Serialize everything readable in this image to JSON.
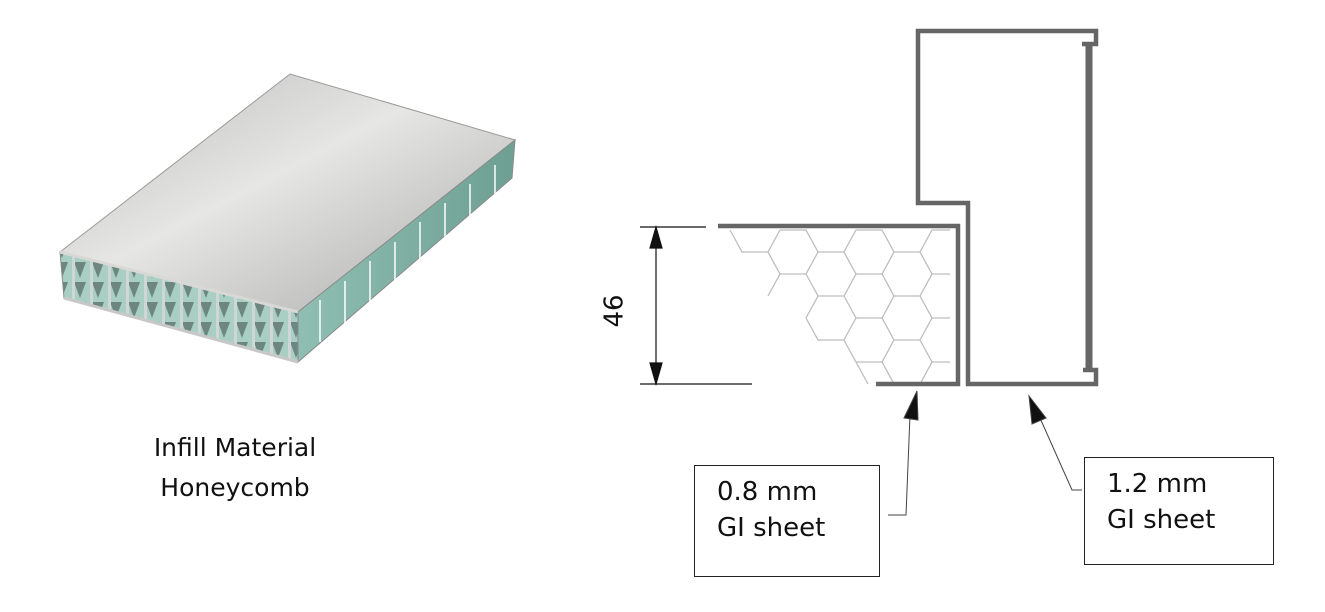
{
  "left": {
    "caption_line1": "Infill Material",
    "caption_line2": "Honeycomb",
    "panel_icon": "honeycomb-panel-image"
  },
  "drawing": {
    "dimension": "46",
    "label_left": {
      "line1": "0.8 mm",
      "line2": "GI sheet"
    },
    "label_right": {
      "line1": "1.2 mm",
      "line2": "GI sheet"
    }
  },
  "colors": {
    "profile": "#666666",
    "honeycomb_line": "#bfbfbf",
    "panel_top": "#c9c9c7",
    "panel_core": "#7fb3a6"
  }
}
